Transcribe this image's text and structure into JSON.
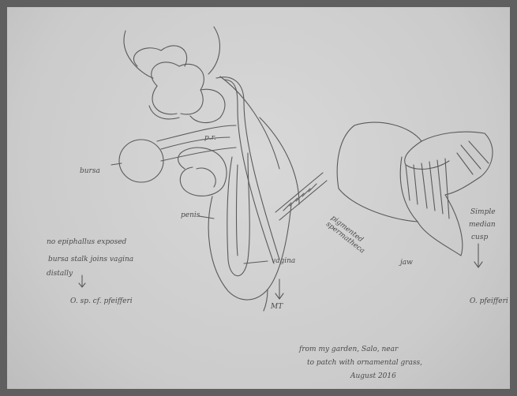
{
  "labels": {
    "bursa": "bursa",
    "pr": "p.r.",
    "penis": "penis",
    "vagina": "vagina",
    "mt": "MT",
    "jaw": "jaw",
    "simple": "Simple",
    "median": "median",
    "cusp": "cusp",
    "species_right": "O. pfeifferi",
    "note_line1": "no epiphallus exposed",
    "note_line2": "bursa stalk joins vagina",
    "note_line3": "distally",
    "species_left": "O. sp. cf. pfeifferi",
    "diag_line1": "pigmented",
    "diag_line2": "spermatheca",
    "foot_line1": "from my garden, Salo, near",
    "foot_line2": "to patch with ornamental grass,",
    "foot_line3": "August 2016"
  },
  "colors": {
    "paper": "#cfcfcf",
    "frame": "#5f5f5f",
    "pencil": "#4a4a4a"
  }
}
